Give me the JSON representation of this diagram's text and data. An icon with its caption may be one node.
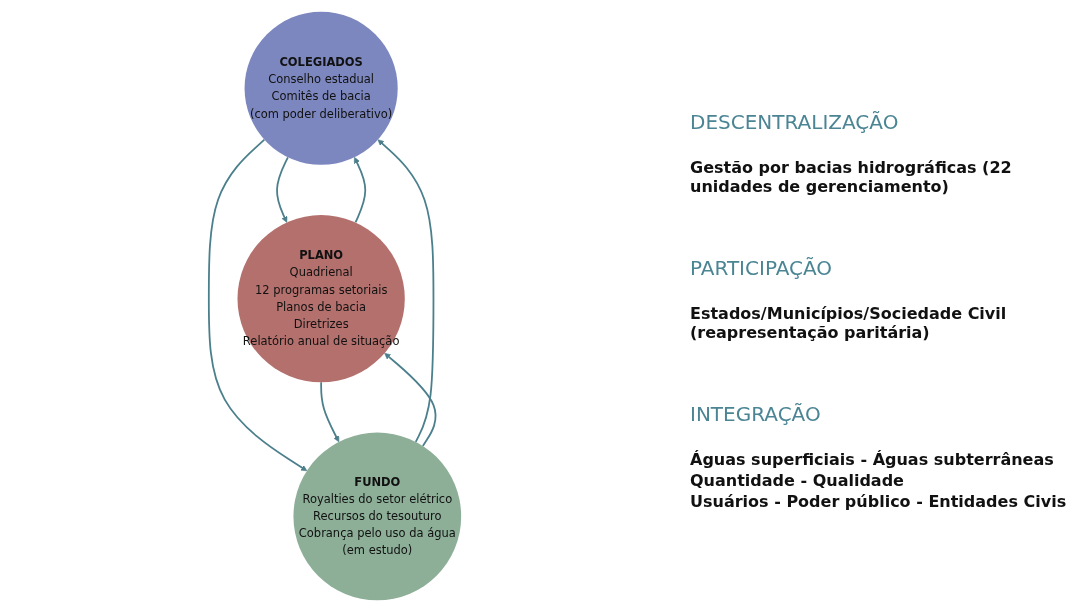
{
  "diagram": {
    "nodes": [
      {
        "text": [
          "COLEGIADOS",
          "Conselho estadual",
          "Comitês de bacia",
          "(com poder deliberativo)"
        ]
      },
      {
        "text": [
          "PLANO",
          "Quadrienal",
          "12 programas setoriais",
          "Planos de bacia",
          "Diretrizes",
          "Relatório anual de situação"
        ]
      },
      {
        "text": [
          "FUNDO",
          "Royalties do setor elétrico",
          "Recursos do tesouturo",
          "Cobrança pelo uso da água",
          "(em estudo)"
        ]
      }
    ],
    "edges": [
      {
        "from": 1,
        "to": 0,
        "arrow": "to"
      },
      {
        "from": 0,
        "to": 1,
        "arrow": "to"
      },
      {
        "from": 0,
        "to": 2,
        "arrow": "to"
      },
      {
        "from": 2,
        "to": 0,
        "arrow": "to"
      },
      {
        "from": 1,
        "to": 2,
        "arrow": "to"
      },
      {
        "from": 2,
        "to": 1,
        "arrow": "to"
      }
    ],
    "labels": [
      "DESCENTRALIZAÇÃO",
      "Gestão por bacias hidrográficas (22 unidades de gerenciamento)",
      "PARTICIPAÇÃO",
      "Estados/Municípios/Sociedade Civil (reapresentação paritária)",
      "INTEGRAÇÃO",
      "Águas superficiais - Águas subterrâneas",
      "Quantidade - Qualidade",
      "Usuários - Poder público - Entidades Civis"
    ]
  }
}
